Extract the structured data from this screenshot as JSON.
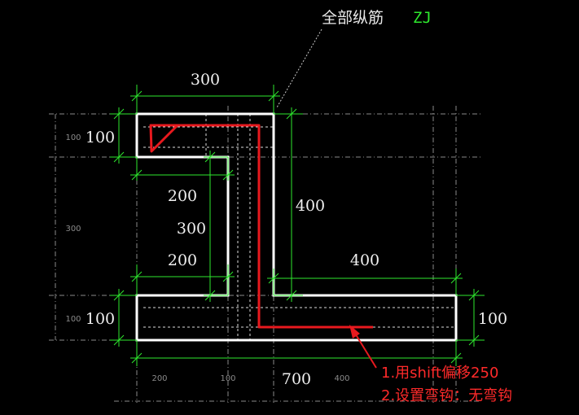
{
  "header": {
    "title": "全部纵筋",
    "code": "ZJ"
  },
  "dims": {
    "top_width": "300",
    "top_flange_height": "100",
    "web_offset_upper": "200",
    "web_height": "300",
    "web_offset_lower": "200",
    "right_height": "400",
    "bottom_right_width": "400",
    "bottom_flange_height": "100",
    "bottom_flange_height_right": "100",
    "bottom_total_width": "700"
  },
  "grid_labels": {
    "left_top": "100",
    "left_mid": "300",
    "left_bottom": "100",
    "bottom_a": "200",
    "bottom_b": "100",
    "bottom_c": "400"
  },
  "notes": {
    "line1": "1.用shift偏移250",
    "line2": "2.设置弯钩：无弯钩"
  },
  "colors": {
    "background": "#000000",
    "outline": "#ffffff",
    "dimension": "#2ee82e",
    "rebar": "#e8191e",
    "annotation": "#ff2a2a",
    "grid": "#8a8a8a"
  }
}
